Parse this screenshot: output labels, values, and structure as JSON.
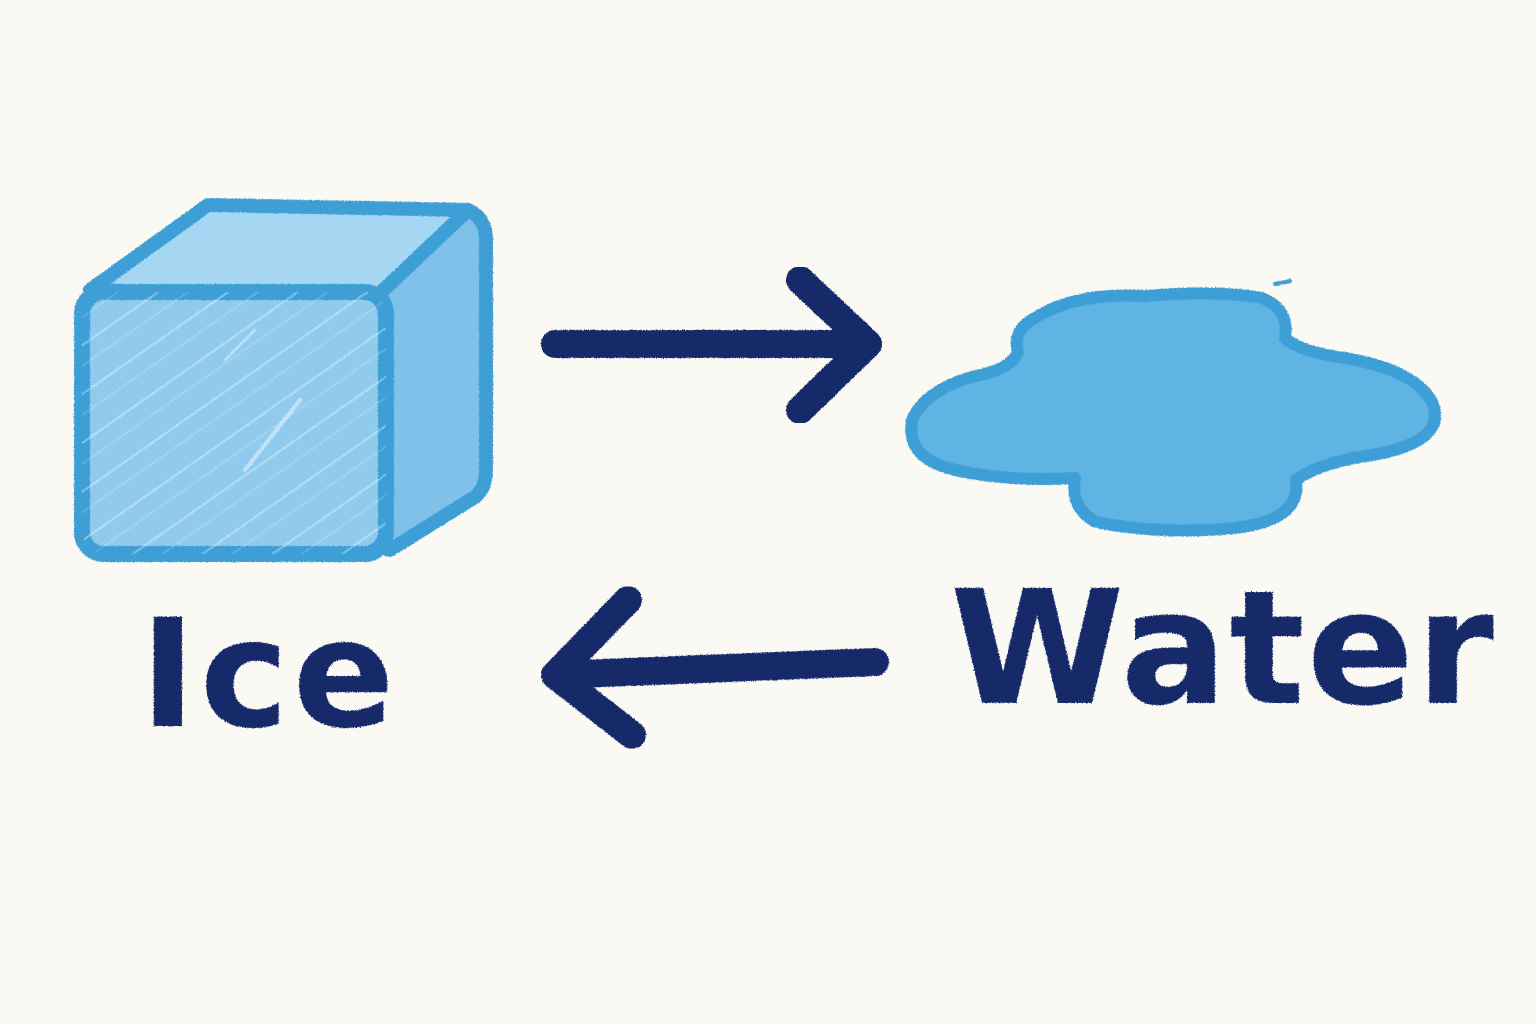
{
  "diagram": {
    "nodes": [
      {
        "id": "ice",
        "label": "Ice",
        "icon": "ice-cube-icon"
      },
      {
        "id": "water",
        "label": "Water",
        "icon": "water-puddle-icon"
      }
    ],
    "edges": [
      {
        "from": "ice",
        "to": "water",
        "style": "arrow"
      },
      {
        "from": "water",
        "to": "ice",
        "style": "arrow"
      }
    ]
  },
  "colors": {
    "background": "#fbf9f3",
    "ink": "#13296a",
    "ice_fill": "#8fcbee",
    "ice_outline": "#3d9fd6",
    "water_fill": "#5db3e2",
    "water_outline": "#3d9fd6"
  }
}
